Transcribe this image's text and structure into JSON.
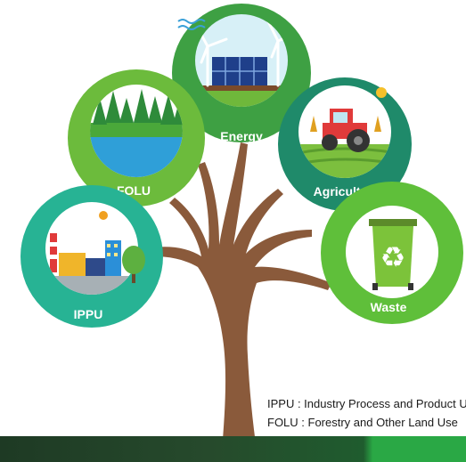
{
  "nodes": {
    "energy": {
      "label": "Energy"
    },
    "folu": {
      "label": "FOLU"
    },
    "agriculture": {
      "label": "Agriculture"
    },
    "ippu": {
      "label": "IPPU"
    },
    "waste": {
      "label": "Waste"
    }
  },
  "legend": {
    "line1": "IPPU : Industry Process and Product Use",
    "line2": "FOLU : Forestry and Other Land Use"
  },
  "colors": {
    "trunk": "#8a5a3b",
    "energy_circle": "#3ea043",
    "folu_circle": "#6cbb3c",
    "agriculture_circle": "#1f8a6a",
    "ippu_circle": "#27b394",
    "waste_circle": "#5fbf3a"
  }
}
